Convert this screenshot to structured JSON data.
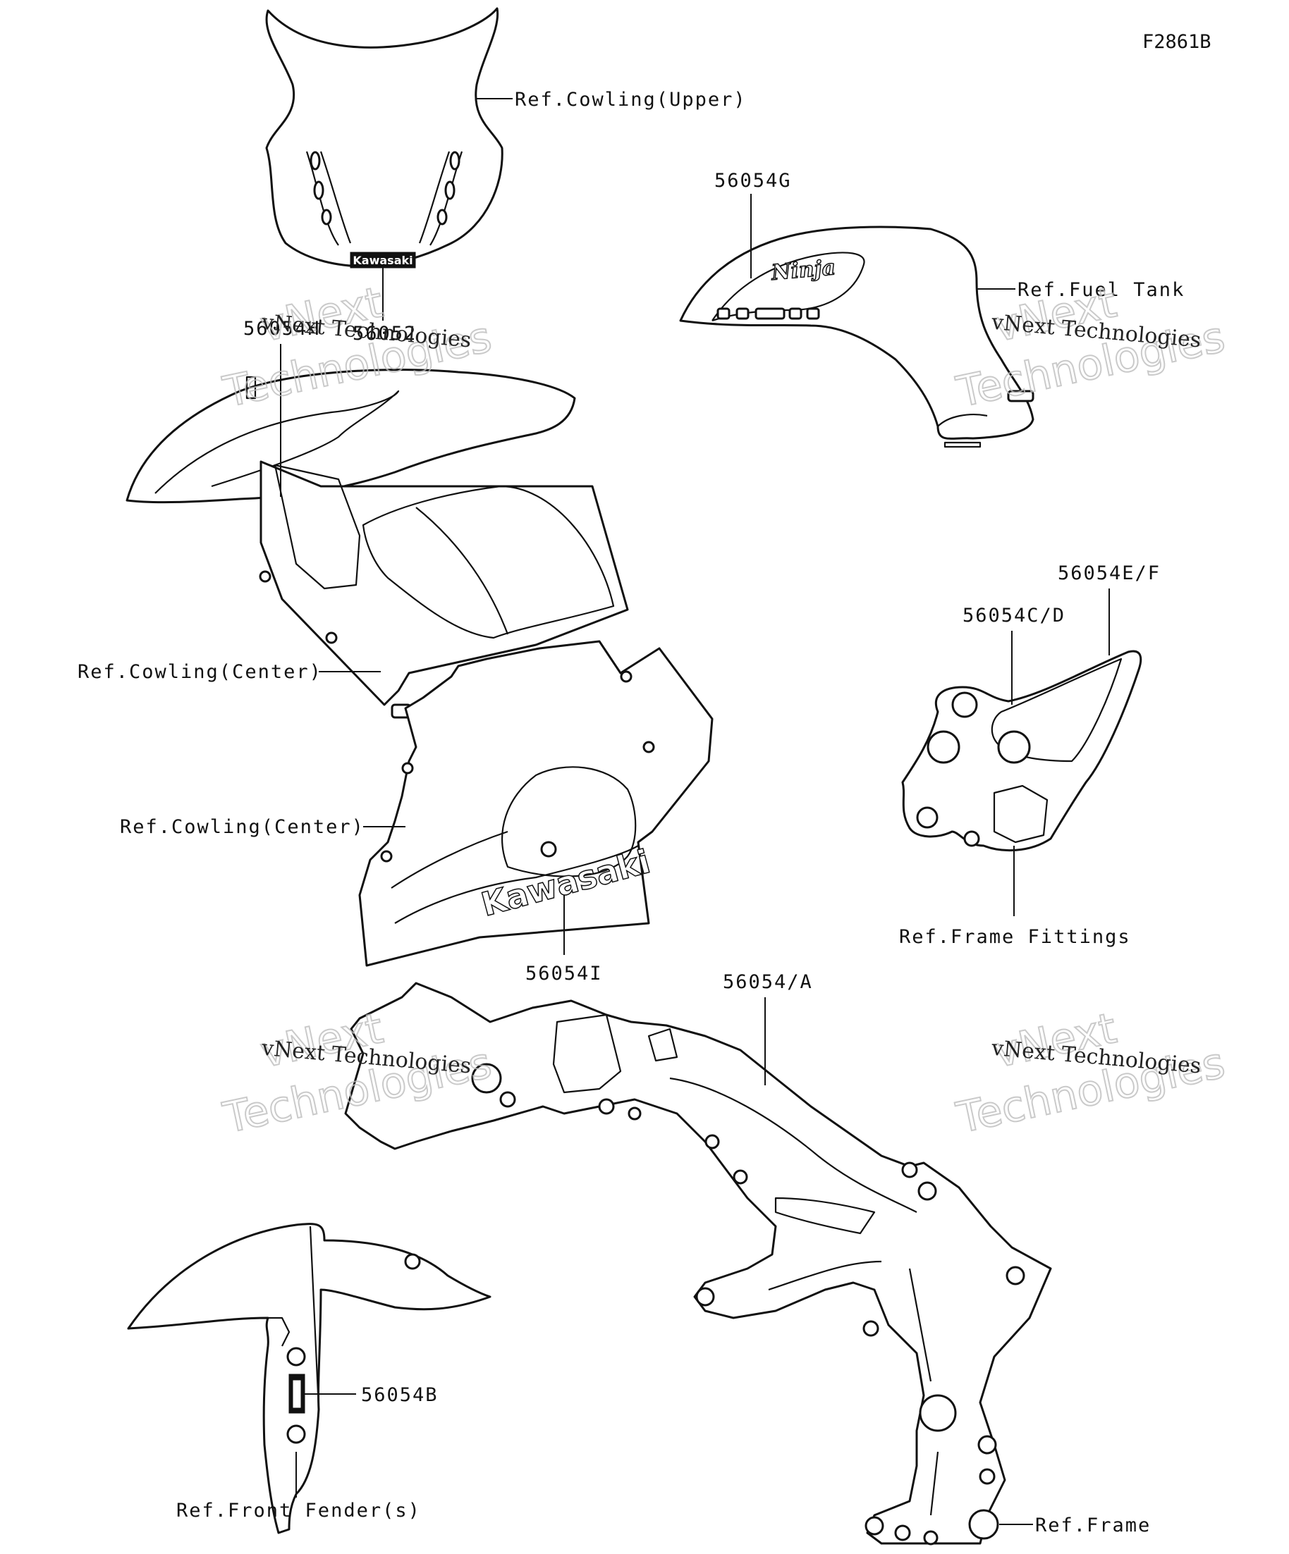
{
  "figure_code": "F2861B",
  "callouts": {
    "ref_cowling_upper": "Ref.Cowling(Upper)",
    "p56054g": "56054G",
    "ref_fuel_tank": "Ref.Fuel Tank",
    "p56054h": "56054H",
    "p56052": "56052",
    "ref_cowling_center_1": "Ref.Cowling(Center)",
    "ref_cowling_center_2": "Ref.Cowling(Center)",
    "p56054i": "56054I",
    "p56054ef": "56054E/F",
    "p56054cd": "56054C/D",
    "ref_frame_fittings": "Ref.Frame Fittings",
    "p56054a": "56054/A",
    "p56054b": "56054B",
    "ref_front_fender": "Ref.Front Fender(s)",
    "ref_frame": "Ref.Frame"
  },
  "decals": {
    "upper_logo": "Kawasaki",
    "tank_logo": "Ninja",
    "center_logo": "Kawasaki"
  },
  "watermarks": [
    {
      "name": "vNext Technologies",
      "big": "vNext",
      "big2": "Technologies"
    },
    {
      "name": "vNext Technologies",
      "big": "vNext",
      "big2": "Technologies"
    },
    {
      "name": "vNext Technologies",
      "big": "vNext",
      "big2": "Technologies"
    },
    {
      "name": "vNext Technologies",
      "big": "vNext",
      "big2": "Technologies"
    }
  ]
}
